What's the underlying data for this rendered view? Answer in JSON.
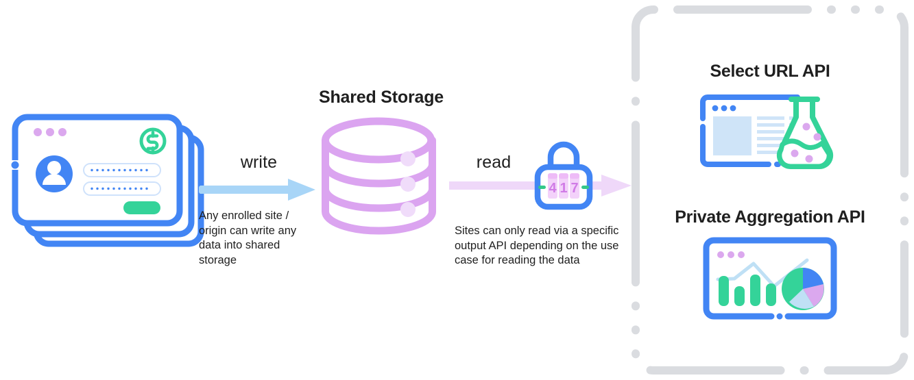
{
  "diagram": {
    "title_center": "Shared Storage",
    "write": {
      "label": "write",
      "caption": "Any enrolled site / origin can write any data into shared storage",
      "arrow_color": "#a8d5f7",
      "icon": "write-arrow-icon"
    },
    "read": {
      "label": "read",
      "caption": "Sites can only read via a specific output API depending on the use case for reading the data",
      "arrow_color": "#efd8f9",
      "icon": "read-arrow-icon"
    },
    "lock": {
      "icon": "combination-lock-icon",
      "digits": "417",
      "digit_1": "4",
      "digit_2": "1",
      "digit_3": "7",
      "body_color": "#4285f4",
      "dial_color": "#e9a8f0",
      "tick_color": "#34c88a"
    },
    "sites": {
      "icon": "stacked-browser-windows-icon",
      "card_count": 3,
      "badge_icon": "dollar-coin-icon",
      "avatar_icon": "user-avatar-icon",
      "field_count": 2,
      "submit_icon": "submit-button-icon",
      "frame_color": "#4285f4",
      "accent_green": "#34d399",
      "dot_color": "#dba8ee"
    },
    "storage": {
      "icon": "database-cylinder-icon",
      "tier_count": 3,
      "color": "#dba4f0"
    },
    "outputs": {
      "panel_icon": "dashed-group-panel",
      "items": [
        {
          "title": "Select URL API",
          "icon": "browser-with-flask-icon",
          "figure_parts": [
            "browser-window",
            "erlenmeyer-flask",
            "purple-samples"
          ]
        },
        {
          "title": "Private Aggregation API",
          "icon": "analytics-dashboard-icon",
          "figure_parts": [
            "bar-chart",
            "line-chart",
            "pie-chart"
          ]
        }
      ]
    },
    "colors": {
      "blue": "#4285f4",
      "light_blue": "#a8d5f7",
      "purple": "#dba4f0",
      "light_purple": "#efd8f9",
      "green": "#34d399",
      "dashed_gray": "#dadce0",
      "text": "#1f1f1f"
    }
  }
}
